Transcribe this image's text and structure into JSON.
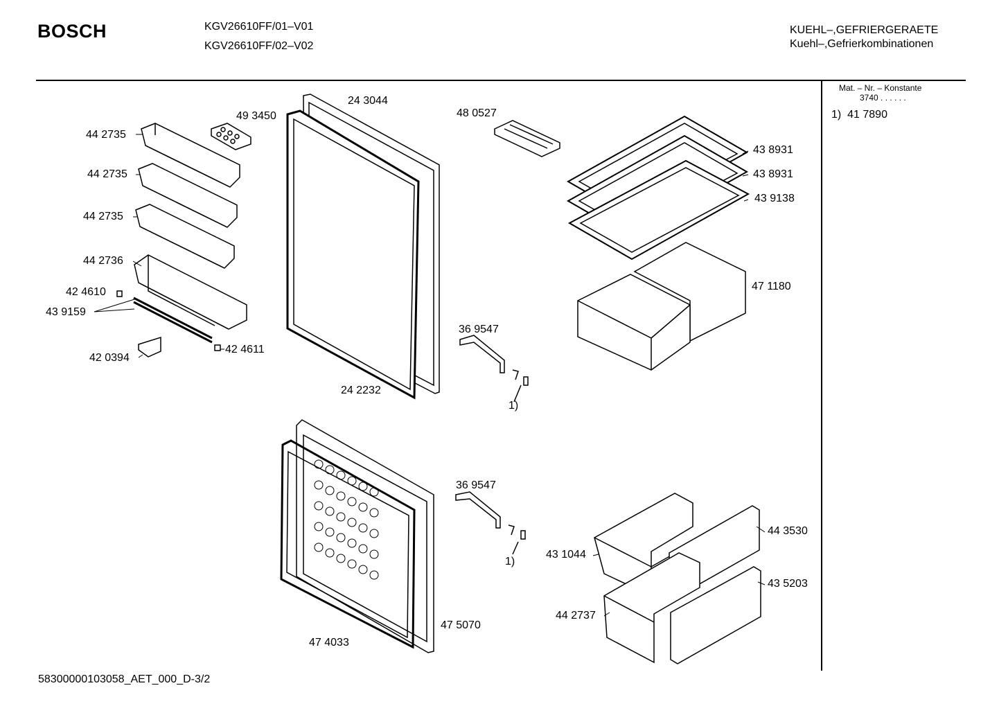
{
  "header": {
    "brand": "BOSCH",
    "models": [
      "KGV26610FF/01–V01",
      "KGV26610FF/02–V02"
    ],
    "category": [
      "KUEHL–,GEFRIERGERAETE",
      "Kuehl–,Gefrierkombinationen"
    ]
  },
  "sidebar": {
    "heading": "Mat. – Nr. – Konstante",
    "constant": "3740  .  .   .  .  .  .",
    "notes": [
      {
        "ref": "1)",
        "part": "41 7890"
      }
    ]
  },
  "parts": {
    "door_shelf_1": "44 2735",
    "door_shelf_2": "44 2735",
    "door_shelf_3": "44 2735",
    "door_shelf_4": "44 2736",
    "clip_left": "42 4610",
    "rail": "43 9159",
    "bracket": "42 0394",
    "clip_right": "42 4611",
    "egg_tray": "49 3450",
    "fridge_door": "24 3044",
    "fridge_gasket": "24 2232",
    "ice_tray": "48 0527",
    "shelf_1": "43 8931",
    "shelf_2": "43 8931",
    "shelf_3": "43 9138",
    "crisper": "47 1180",
    "handle_top": "36 9547",
    "handle_top_ref": "1)",
    "handle_bottom": "36 9547",
    "handle_bottom_ref": "1)",
    "freezer_door": "47 5070",
    "freezer_gasket": "47 4033",
    "drawer_front_1": "44 3530",
    "drawer_1": "43 1044",
    "drawer_front_2": "43 5203",
    "drawer_2": "44 2737"
  },
  "footer": {
    "doc_id": "58300000103058_AET_000_D-3/2"
  }
}
